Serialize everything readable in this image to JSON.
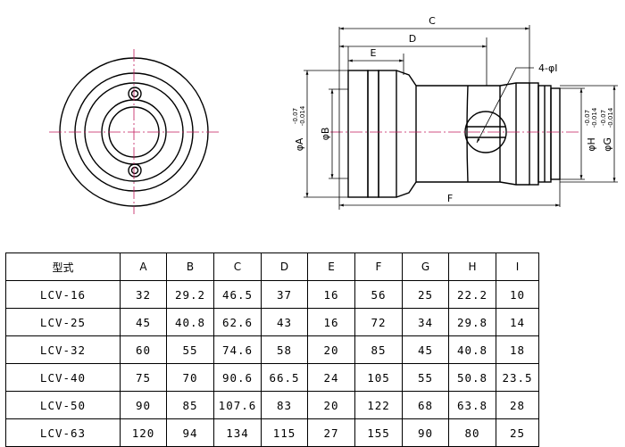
{
  "drawing": {
    "labels": {
      "A": "φA",
      "A_tol_top": "-0.07",
      "A_tol_bottom": "-0.014",
      "B": "φB",
      "C": "C",
      "D": "D",
      "E": "E",
      "F": "F",
      "G": "φG",
      "G_tol_top": "-0.07",
      "G_tol_bottom": "-0.014",
      "H": "φH",
      "H_tol_top": "-0.07",
      "H_tol_bottom": "-0.014",
      "holes": "4-φI"
    }
  },
  "table": {
    "headers": [
      "型式",
      "A",
      "B",
      "C",
      "D",
      "E",
      "F",
      "G",
      "H",
      "I"
    ],
    "rows": [
      [
        "LCV-16",
        "32",
        "29.2",
        "46.5",
        "37",
        "16",
        "56",
        "25",
        "22.2",
        "10"
      ],
      [
        "LCV-25",
        "45",
        "40.8",
        "62.6",
        "43",
        "16",
        "72",
        "34",
        "29.8",
        "14"
      ],
      [
        "LCV-32",
        "60",
        "55",
        "74.6",
        "58",
        "20",
        "85",
        "45",
        "40.8",
        "18"
      ],
      [
        "LCV-40",
        "75",
        "70",
        "90.6",
        "66.5",
        "24",
        "105",
        "55",
        "50.8",
        "23.5"
      ],
      [
        "LCV-50",
        "90",
        "85",
        "107.6",
        "83",
        "20",
        "122",
        "68",
        "63.8",
        "28"
      ],
      [
        "LCV-63",
        "120",
        "94",
        "134",
        "115",
        "27",
        "155",
        "90",
        "80",
        "25"
      ]
    ]
  }
}
